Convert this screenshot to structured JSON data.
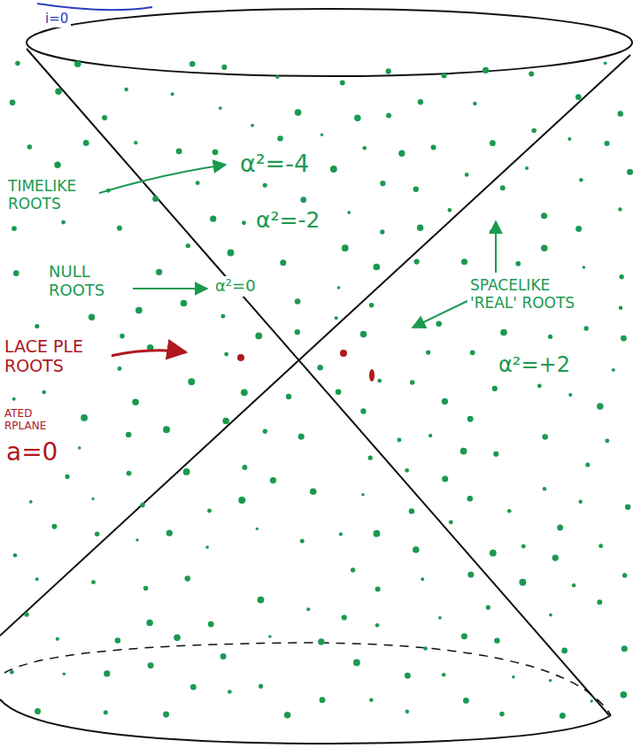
{
  "diagram": {
    "labels": [
      "i=0",
      "TIMELIKE ROOTS",
      "α²=-4",
      "α²=-2",
      "NULL ROOTS",
      "α²=0",
      "SPACELIKE 'REAL' ROOTS",
      "α²=+2",
      "LACE PLE ROOTS",
      "ATED RPLANE",
      "a=0"
    ]
  }
}
